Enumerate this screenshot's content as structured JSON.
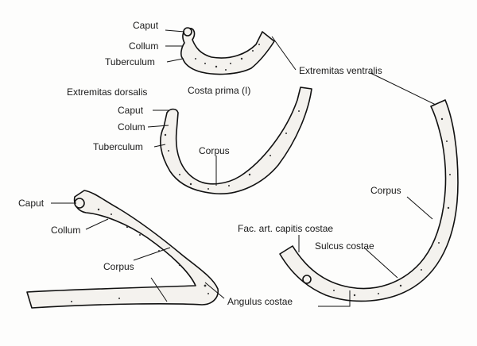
{
  "labels": {
    "rib1_caput": "Caput",
    "rib1_collum": "Collum",
    "rib1_tuberculum": "Tuberculum",
    "rib1_title": "Costa prima (I)",
    "extremitas_ventralis": "Extremitas ventralis",
    "extremitas_dorsalis": "Extremitas dorsalis",
    "rib2_caput": "Caput",
    "rib2_colum": "Colum",
    "rib2_tuberculum": "Tuberculum",
    "rib2_corpus": "Corpus",
    "rib3_caput": "Caput",
    "rib3_collum": "Collum",
    "rib3_corpus": "Corpus",
    "angulus_costae": "Angulus costae",
    "fac_art": "Fac. art. capitis costae",
    "rib4_corpus": "Corpus",
    "sulcus_costae": "Sulcus costae"
  }
}
